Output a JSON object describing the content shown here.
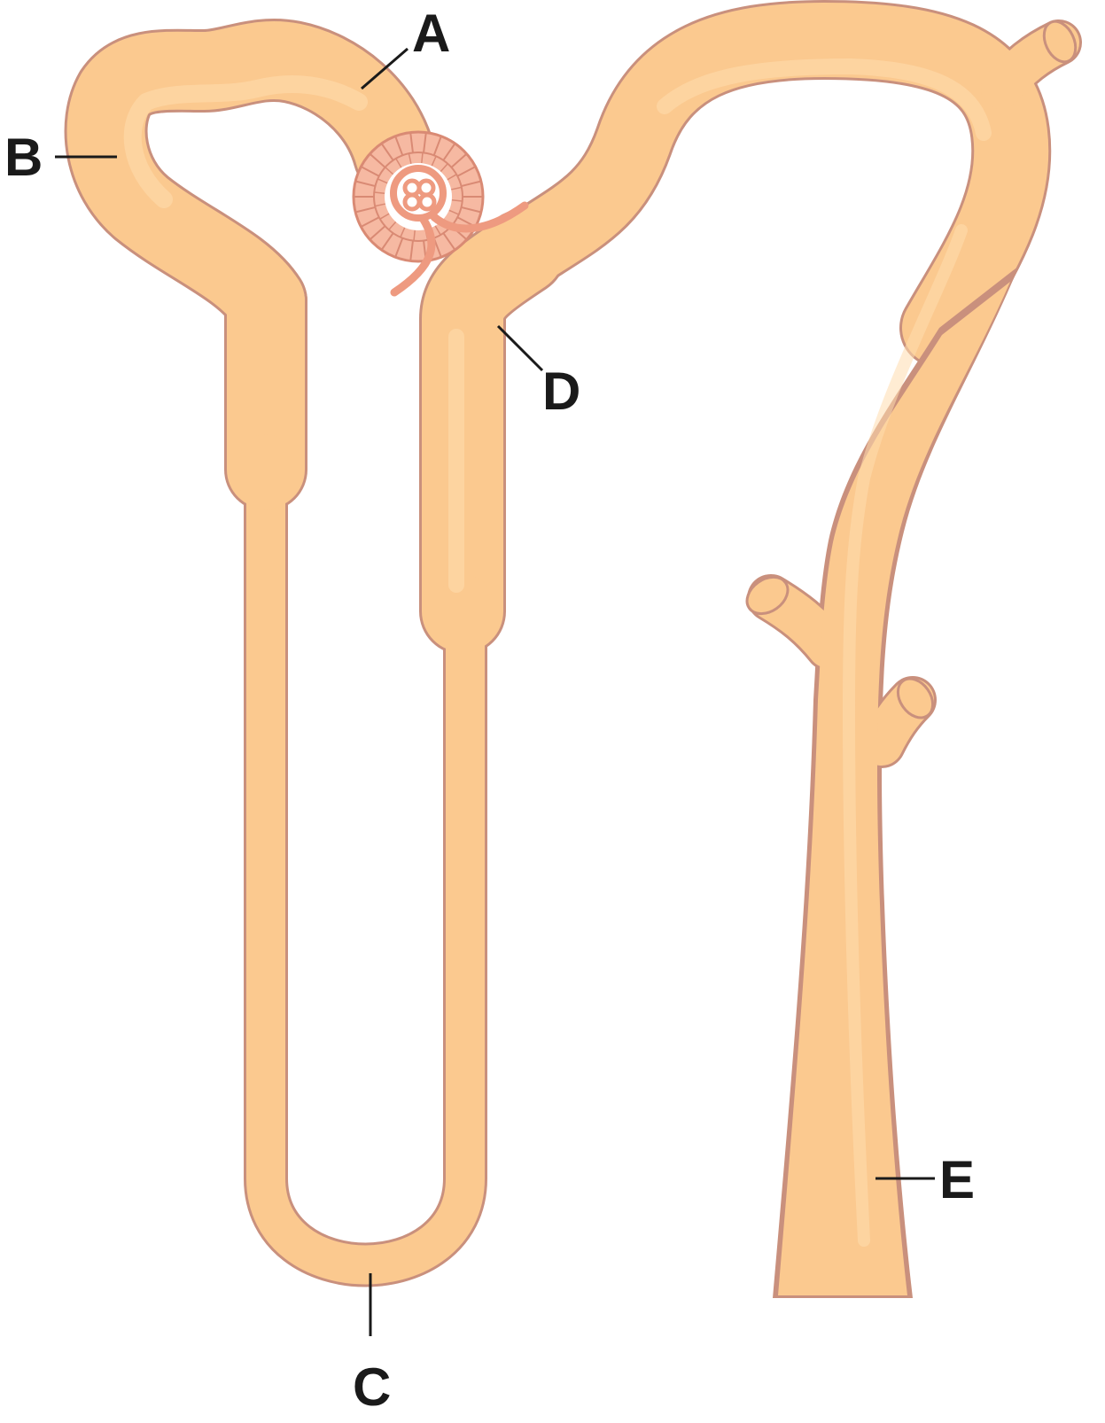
{
  "colors": {
    "tubule_fill": "#fbc98f",
    "tubule_outline": "#c9907d",
    "tubule_highlight": "#ffdcae",
    "capsule_fill": "#f6b9a2",
    "capsule_outline": "#d98a74",
    "glomerulus": "#ee9a80",
    "label": "#1a1a1a"
  },
  "labels": {
    "a": "A",
    "b": "B",
    "c": "C",
    "d": "D",
    "e": "E"
  }
}
